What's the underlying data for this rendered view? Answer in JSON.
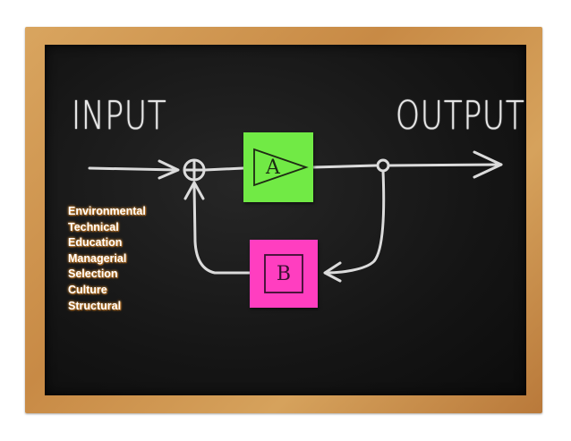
{
  "diagram": {
    "input_label": "INPUT",
    "output_label": "OUTPUT",
    "block_a_label": "A",
    "block_b_label": "B",
    "colors": {
      "block_a": "#71ea45",
      "block_b": "#ff3ec0",
      "chalk": "#e6e6e6",
      "frame": "#c88a45"
    }
  },
  "factors": [
    "Environmental",
    "Technical",
    "Education",
    "Managerial",
    "Selection",
    "Culture",
    "Structural"
  ]
}
